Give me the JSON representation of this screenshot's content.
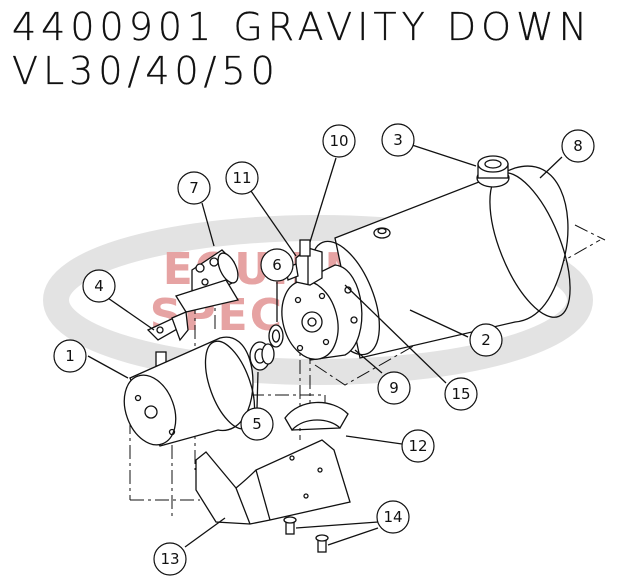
{
  "title": {
    "line1": "4400901 GRAVITY DOWN",
    "line2": "VL30/40/50"
  },
  "watermark": {
    "line1": "EQUIPMENT",
    "line2": "SPECIALISTS",
    "color": "#e6a3a3",
    "swoosh_color": "#e3e3e3"
  },
  "callouts": [
    {
      "label": "1"
    },
    {
      "label": "2"
    },
    {
      "label": "3"
    },
    {
      "label": "4"
    },
    {
      "label": "5"
    },
    {
      "label": "6"
    },
    {
      "label": "7"
    },
    {
      "label": "8"
    },
    {
      "label": "9"
    },
    {
      "label": "10"
    },
    {
      "label": "11"
    },
    {
      "label": "12"
    },
    {
      "label": "13"
    },
    {
      "label": "14"
    },
    {
      "label": "15"
    }
  ]
}
